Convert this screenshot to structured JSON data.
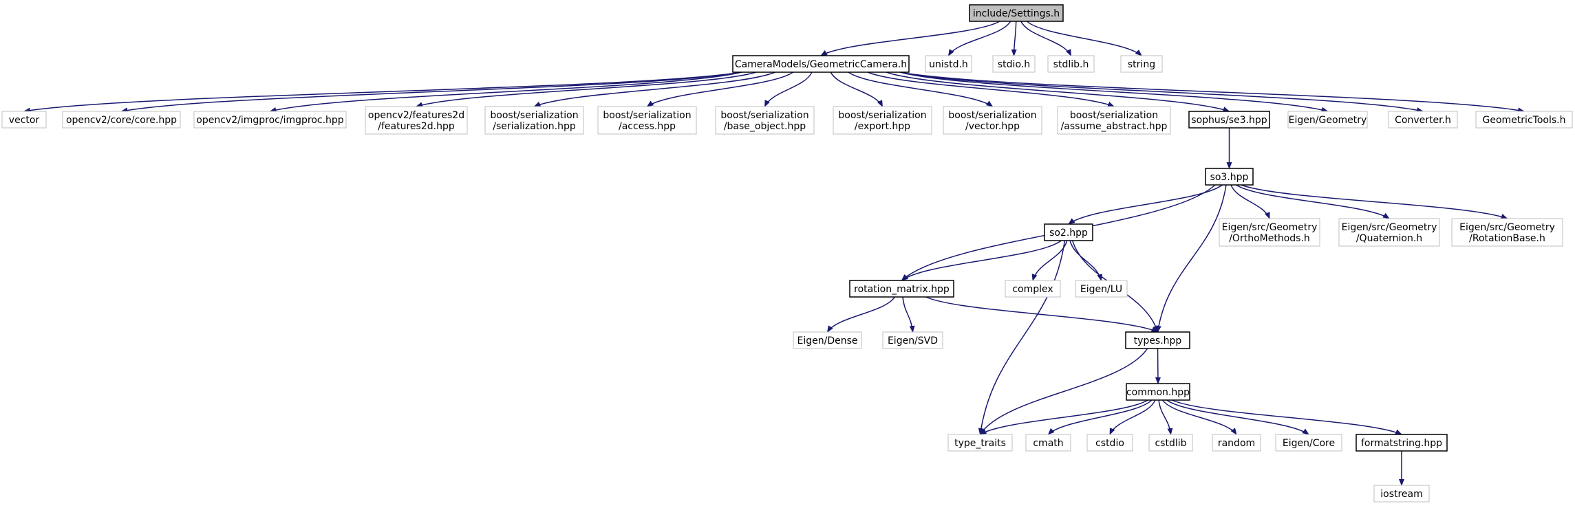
{
  "colors": {
    "edge": "#191970",
    "root_fill": "#bfbfbf",
    "root_border": "#000000",
    "file_border": "#000000",
    "system_border": "#bfbfbf",
    "node_fill": "#ffffff",
    "text": "#000000"
  },
  "nodes": [
    {
      "id": "settings",
      "kind": "root",
      "lines": [
        "include/Settings.h"
      ]
    },
    {
      "id": "geometriccamera",
      "kind": "file",
      "lines": [
        "CameraModels/GeometricCamera.h"
      ]
    },
    {
      "id": "unistd",
      "kind": "system",
      "lines": [
        "unistd.h"
      ]
    },
    {
      "id": "stdio",
      "kind": "system",
      "lines": [
        "stdio.h"
      ]
    },
    {
      "id": "stdlib",
      "kind": "system",
      "lines": [
        "stdlib.h"
      ]
    },
    {
      "id": "string",
      "kind": "system",
      "lines": [
        "string"
      ]
    },
    {
      "id": "vector",
      "kind": "system",
      "lines": [
        "vector"
      ]
    },
    {
      "id": "cvcore",
      "kind": "system",
      "lines": [
        "opencv2/core/core.hpp"
      ]
    },
    {
      "id": "cvimgproc",
      "kind": "system",
      "lines": [
        "opencv2/imgproc/imgproc.hpp"
      ]
    },
    {
      "id": "cvfeatures",
      "kind": "system",
      "lines": [
        "opencv2/features2d",
        "/features2d.hpp"
      ]
    },
    {
      "id": "bser",
      "kind": "system",
      "lines": [
        "boost/serialization",
        "/serialization.hpp"
      ]
    },
    {
      "id": "baccess",
      "kind": "system",
      "lines": [
        "boost/serialization",
        "/access.hpp"
      ]
    },
    {
      "id": "bbase",
      "kind": "system",
      "lines": [
        "boost/serialization",
        "/base_object.hpp"
      ]
    },
    {
      "id": "bexport",
      "kind": "system",
      "lines": [
        "boost/serialization",
        "/export.hpp"
      ]
    },
    {
      "id": "bvector",
      "kind": "system",
      "lines": [
        "boost/serialization",
        "/vector.hpp"
      ]
    },
    {
      "id": "babstract",
      "kind": "system",
      "lines": [
        "boost/serialization",
        "/assume_abstract.hpp"
      ]
    },
    {
      "id": "se3",
      "kind": "file",
      "lines": [
        "sophus/se3.hpp"
      ]
    },
    {
      "id": "eigengeom",
      "kind": "system",
      "lines": [
        "Eigen/Geometry"
      ]
    },
    {
      "id": "converter",
      "kind": "system",
      "lines": [
        "Converter.h"
      ]
    },
    {
      "id": "geomtools",
      "kind": "system",
      "lines": [
        "GeometricTools.h"
      ]
    },
    {
      "id": "so3",
      "kind": "file",
      "lines": [
        "so3.hpp"
      ]
    },
    {
      "id": "so2",
      "kind": "file",
      "lines": [
        "so2.hpp"
      ]
    },
    {
      "id": "ortho",
      "kind": "system",
      "lines": [
        "Eigen/src/Geometry",
        "/OrthoMethods.h"
      ]
    },
    {
      "id": "quat",
      "kind": "system",
      "lines": [
        "Eigen/src/Geometry",
        "/Quaternion.h"
      ]
    },
    {
      "id": "rotbase",
      "kind": "system",
      "lines": [
        "Eigen/src/Geometry",
        "/RotationBase.h"
      ]
    },
    {
      "id": "rotmat",
      "kind": "file",
      "lines": [
        "rotation_matrix.hpp"
      ]
    },
    {
      "id": "complex",
      "kind": "system",
      "lines": [
        "complex"
      ]
    },
    {
      "id": "eigenlu",
      "kind": "system",
      "lines": [
        "Eigen/LU"
      ]
    },
    {
      "id": "eigendense",
      "kind": "system",
      "lines": [
        "Eigen/Dense"
      ]
    },
    {
      "id": "eigensvd",
      "kind": "system",
      "lines": [
        "Eigen/SVD"
      ]
    },
    {
      "id": "types",
      "kind": "file",
      "lines": [
        "types.hpp"
      ]
    },
    {
      "id": "common",
      "kind": "file",
      "lines": [
        "common.hpp"
      ]
    },
    {
      "id": "typetraits",
      "kind": "system",
      "lines": [
        "type_traits"
      ]
    },
    {
      "id": "cmath",
      "kind": "system",
      "lines": [
        "cmath"
      ]
    },
    {
      "id": "cstdio",
      "kind": "system",
      "lines": [
        "cstdio"
      ]
    },
    {
      "id": "cstdlib",
      "kind": "system",
      "lines": [
        "cstdlib"
      ]
    },
    {
      "id": "random",
      "kind": "system",
      "lines": [
        "random"
      ]
    },
    {
      "id": "eigencore",
      "kind": "system",
      "lines": [
        "Eigen/Core"
      ]
    },
    {
      "id": "formatstring",
      "kind": "file",
      "lines": [
        "formatstring.hpp"
      ]
    },
    {
      "id": "iostream",
      "kind": "system",
      "lines": [
        "iostream"
      ]
    }
  ],
  "edges": [
    {
      "from": "settings",
      "to": "geometriccamera"
    },
    {
      "from": "settings",
      "to": "unistd"
    },
    {
      "from": "settings",
      "to": "stdio"
    },
    {
      "from": "settings",
      "to": "stdlib"
    },
    {
      "from": "settings",
      "to": "string"
    },
    {
      "from": "geometriccamera",
      "to": "vector"
    },
    {
      "from": "geometriccamera",
      "to": "cvcore"
    },
    {
      "from": "geometriccamera",
      "to": "cvimgproc"
    },
    {
      "from": "geometriccamera",
      "to": "cvfeatures"
    },
    {
      "from": "geometriccamera",
      "to": "bser"
    },
    {
      "from": "geometriccamera",
      "to": "baccess"
    },
    {
      "from": "geometriccamera",
      "to": "bbase"
    },
    {
      "from": "geometriccamera",
      "to": "bexport"
    },
    {
      "from": "geometriccamera",
      "to": "bvector"
    },
    {
      "from": "geometriccamera",
      "to": "babstract"
    },
    {
      "from": "geometriccamera",
      "to": "se3"
    },
    {
      "from": "geometriccamera",
      "to": "eigengeom"
    },
    {
      "from": "geometriccamera",
      "to": "converter"
    },
    {
      "from": "geometriccamera",
      "to": "geomtools"
    },
    {
      "from": "se3",
      "to": "so3"
    },
    {
      "from": "so3",
      "to": "so2"
    },
    {
      "from": "so3",
      "to": "rotmat"
    },
    {
      "from": "so3",
      "to": "types"
    },
    {
      "from": "so3",
      "to": "ortho"
    },
    {
      "from": "so3",
      "to": "quat"
    },
    {
      "from": "so3",
      "to": "rotbase"
    },
    {
      "from": "so2",
      "to": "rotmat"
    },
    {
      "from": "so2",
      "to": "typetraits"
    },
    {
      "from": "so2",
      "to": "complex"
    },
    {
      "from": "so2",
      "to": "eigenlu"
    },
    {
      "from": "so2",
      "to": "types"
    },
    {
      "from": "rotmat",
      "to": "eigendense"
    },
    {
      "from": "rotmat",
      "to": "eigensvd"
    },
    {
      "from": "rotmat",
      "to": "types"
    },
    {
      "from": "types",
      "to": "common"
    },
    {
      "from": "types",
      "to": "typetraits"
    },
    {
      "from": "common",
      "to": "typetraits"
    },
    {
      "from": "common",
      "to": "cmath"
    },
    {
      "from": "common",
      "to": "cstdio"
    },
    {
      "from": "common",
      "to": "cstdlib"
    },
    {
      "from": "common",
      "to": "random"
    },
    {
      "from": "common",
      "to": "eigencore"
    },
    {
      "from": "common",
      "to": "formatstring"
    },
    {
      "from": "formatstring",
      "to": "iostream"
    }
  ]
}
